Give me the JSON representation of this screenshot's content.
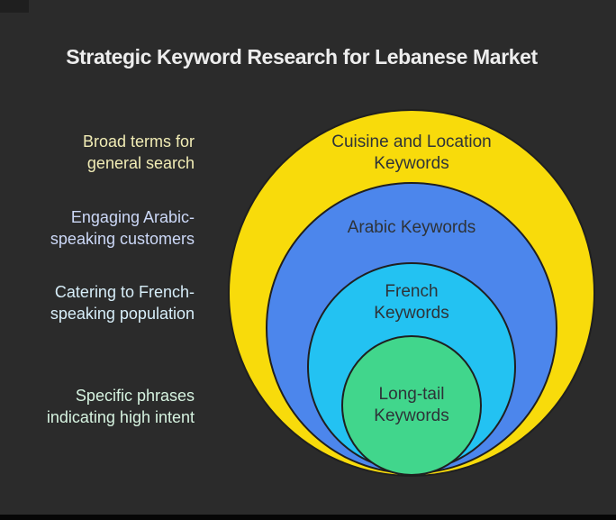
{
  "title": "Strategic Keyword Research for Lebanese Market",
  "theme": {
    "background": "#2B2B2B",
    "title_color": "#EDEDED",
    "ring_text_color": "#2E3338",
    "ring_stroke_color": "#1F1F1F",
    "letterbox_color": "#060606"
  },
  "diagram": {
    "type": "onion-nested-circles",
    "rings": [
      {
        "label": "Cuisine and Location\nKeywords",
        "fill": "#F8DB0B",
        "annotation": "Broad terms for\ngeneral search",
        "annotation_color": "#F1ECB5"
      },
      {
        "label": "Arabic Keywords",
        "fill": "#4C86EC",
        "annotation": "Engaging Arabic-\nspeaking customers",
        "annotation_color": "#CCD8F7"
      },
      {
        "label": "French\nKeywords",
        "fill": "#23C2F2",
        "annotation": "Catering to French-\nspeaking population",
        "annotation_color": "#D7EEF9"
      },
      {
        "label": "Long-tail\nKeywords",
        "fill": "#41D68C",
        "annotation": "Specific phrases\nindicating high intent",
        "annotation_color": "#D6F3E0"
      }
    ]
  }
}
